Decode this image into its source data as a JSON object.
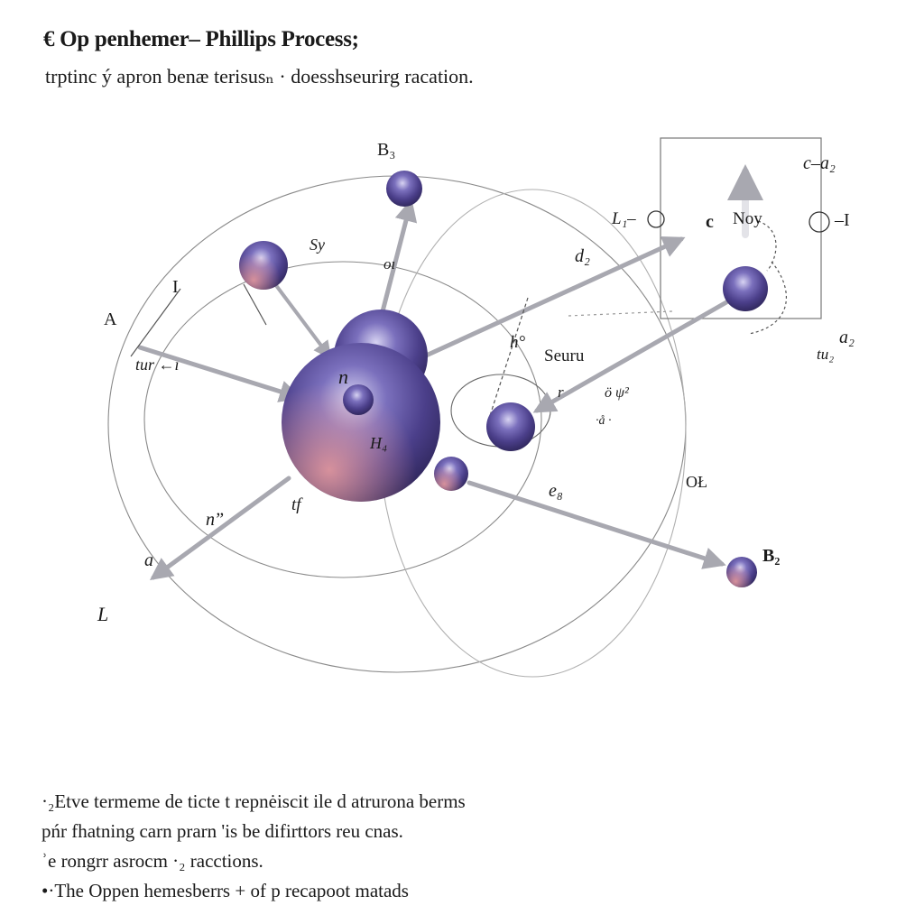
{
  "header": {
    "title": "€ Op penhemer– Phillips Process;",
    "subtitle": "trptinc ý apron benӕ terisusₙ · doesshseurirg racation."
  },
  "diagram": {
    "labels": {
      "B3": "B₃",
      "sy": "Sy",
      "o1": "oı",
      "I": "I",
      "A": "A",
      "tur": "tur ←ı",
      "n_center": "n",
      "H4": "H₄",
      "n_lower": "nˮ",
      "tf": "tf",
      "a_left": "a",
      "L": "L",
      "d2": "d₂",
      "h_mid": "h°",
      "seur": "Seuru",
      "r_mid": "r",
      "v_mid": "ö ψ²",
      "dots": "·å ·",
      "e8": "e₈",
      "ol": "OŁ",
      "B2": "B₂",
      "L1": "L₁–",
      "c": "c",
      "noy": "Noy",
      "minusI": "–I",
      "ca2": "c–a₂",
      "a2": "a₂",
      "tu": "tu₂"
    },
    "colors": {
      "sphere_main": "#5a4f9a",
      "sphere_glow": "#d9777f",
      "line": "#8a8a8a",
      "arrow": "#a8a8b0"
    }
  },
  "notes": [
    "·₂Etve  termeme de ticte  t repnėiscit ile  d atruronа  berms",
    "pńr fhatning carn prarn 'is  be difirttors reu cnas.",
    " ʾe rongrr asrocm ·₂ racctions.",
    "•·The Oppen hemesberrs + of p recapoot matads"
  ]
}
